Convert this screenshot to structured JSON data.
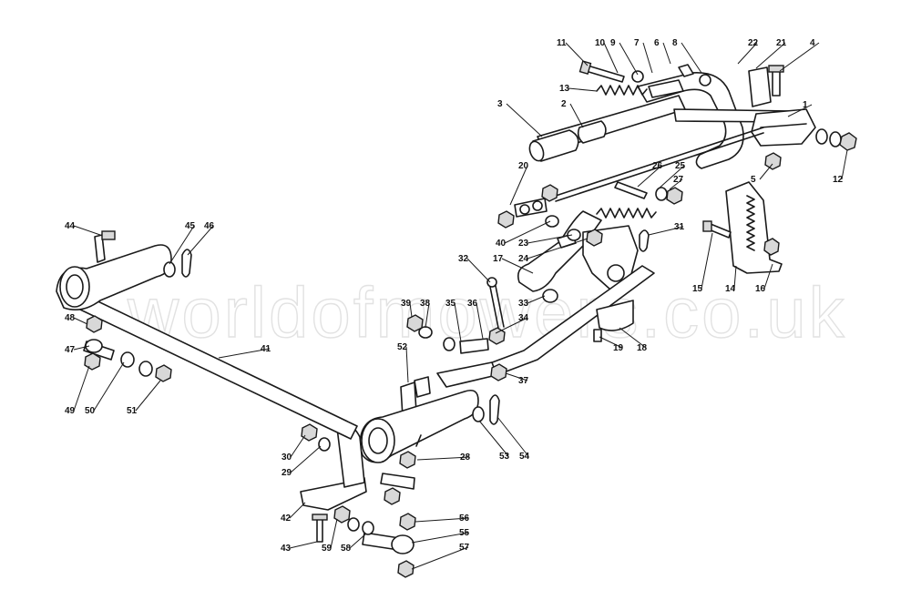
{
  "watermark": "worldofmowers.co.uk",
  "callout_labels": [
    "1",
    "2",
    "3",
    "4",
    "5",
    "6",
    "7",
    "8",
    "9",
    "10",
    "11",
    "12",
    "13",
    "14",
    "15",
    "16",
    "17",
    "18",
    "19",
    "20",
    "21",
    "22",
    "23",
    "24",
    "25",
    "26",
    "27",
    "28",
    "29",
    "30",
    "31",
    "32",
    "33",
    "34",
    "35",
    "36",
    "37",
    "38",
    "39",
    "40",
    "41",
    "42",
    "43",
    "44",
    "45",
    "46",
    "47",
    "48",
    "49",
    "50",
    "51",
    "52",
    "53",
    "54",
    "55",
    "56",
    "57",
    "58",
    "59"
  ],
  "colors": {
    "line": "#1a1a1a",
    "background": "#ffffff",
    "watermark": "#e2e2e2"
  }
}
